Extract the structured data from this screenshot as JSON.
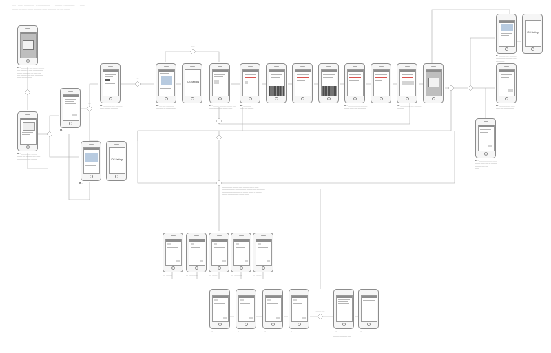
{
  "page": {
    "header_items": [
      "___",
      "____",
      "_____  _ __",
      "_ ___________",
      "______  _  _________",
      "____"
    ],
    "subtitle": "_____  __ ___ _ _____ _______ ____ ________ __ ___ _____"
  },
  "screen_text": {
    "ios_settings": "iOS Settings"
  },
  "annotation": {
    "lines": [
      "___ _______ ___ __ ____ ______ ___ _ ____",
      "_____________ ___________ ______ ___ ___ _____",
      "___________ _______ __ _____ _____ _ ______",
      "___ __ ___________ _____ ____"
    ]
  },
  "captions": [
    {
      "id": "c1",
      "title": "01 - ________ ___ _____ ______",
      "lines": [
        "___ ______ _ ____ __________",
        "_____ ________ __ ____ ___",
        "___ ______ ___ ____ ________",
        "____ ___ __ ____"
      ]
    },
    {
      "id": "c2",
      "title": "02 - __________ ______",
      "lines": [
        "_____ ___ ______ ___ ____",
        "__________ ___ ______"
      ]
    },
    {
      "id": "c3",
      "title": "03 - __________ ___ _______",
      "lines": [
        "_____ ___ ____ ___ _____ ___",
        "______ ______ ___"
      ]
    },
    {
      "id": "c4",
      "title": "04 - ________ ___ _______",
      "lines": [
        "____ ______ ___ ____",
        "______ ___"
      ]
    },
    {
      "id": "c5",
      "title": "05 - ________ __ ___ ______",
      "lines": [
        "_ _____ ___ ______ ___",
        "_____ ___ ____ ____ ___",
        "________ ___"
      ]
    },
    {
      "id": "c6",
      "title": "06 - ___ ___ ________",
      "lines": [
        "____ ___ __ _____ ____",
        "__________ ___ ____"
      ]
    },
    {
      "id": "c7",
      "title": "07 - ______ _______ __ ___ ___",
      "lines": [
        "____ _____ ___ _____ ____",
        "______ ___ _______"
      ]
    },
    {
      "id": "c8",
      "title": "08 - ________",
      "lines": [
        "____ ___ ______"
      ]
    },
    {
      "id": "c9",
      "title": "09 - ____________ _______",
      "lines": [
        "_____ ____ ___ __ ______",
        "______ ___"
      ]
    },
    {
      "id": "c10",
      "title": "10 - __________ ___ _______",
      "lines": [
        "_______"
      ]
    },
    {
      "id": "c11",
      "title": "11 - ______ ___ _______",
      "lines": [
        "_____ ____ _______ ___",
        "___ _____"
      ]
    },
    {
      "id": "c12",
      "title": "12 - ___________ ____",
      "lines": [
        "____ ___ ____ ______",
        "___ ___"
      ]
    },
    {
      "id": "c13",
      "title": "13 - ___________ __ ____",
      "lines": [
        "_____ ____ ___ __ ______",
        "______ ___ ___",
        "____"
      ]
    },
    {
      "id": "c14",
      "title": "__ - ______",
      "lines": []
    },
    {
      "id": "c15",
      "title": "__ - ________",
      "lines": []
    },
    {
      "id": "c16",
      "title": "__ - _____",
      "lines": []
    },
    {
      "id": "c17",
      "title": "__ - ________",
      "lines": []
    },
    {
      "id": "c18",
      "title": "__ - _____",
      "lines": []
    },
    {
      "id": "c19",
      "title": "__ - ___ _______",
      "lines": []
    },
    {
      "id": "c20",
      "title": "__ - _____ ______",
      "lines": []
    },
    {
      "id": "c21",
      "title": "__ - ________",
      "lines": []
    },
    {
      "id": "c22",
      "title": "__ - ___________",
      "lines": []
    },
    {
      "id": "c23",
      "title": "__ - _____ ______",
      "lines": [
        "_____ ___ ______ ____",
        "______ __ _____ ___"
      ]
    },
    {
      "id": "c24",
      "title": "__ - ___ _______",
      "lines": []
    }
  ],
  "decisions": [
    {
      "id": "d1",
      "label": "_____ ____"
    },
    {
      "id": "d2",
      "label": "____ __"
    },
    {
      "id": "d3",
      "label": "___"
    },
    {
      "id": "d4",
      "label": "__"
    },
    {
      "id": "d5",
      "label": "____"
    },
    {
      "id": "d6",
      "label": "______"
    },
    {
      "id": "d7",
      "label": "__ ___"
    },
    {
      "id": "d8",
      "label": "_____ ___"
    },
    {
      "id": "d9",
      "label": "__ ___"
    },
    {
      "id": "d10",
      "label": "___ _____"
    },
    {
      "id": "d11",
      "label": "______ ____"
    }
  ],
  "colors": {
    "background": "#ffffff",
    "lines": "#a6a6a6",
    "phone_body": "#f6f6f6",
    "phone_outline": "#8c8c8c",
    "header_bar": "#8d8d8d",
    "accent_red": "#d9534f"
  }
}
